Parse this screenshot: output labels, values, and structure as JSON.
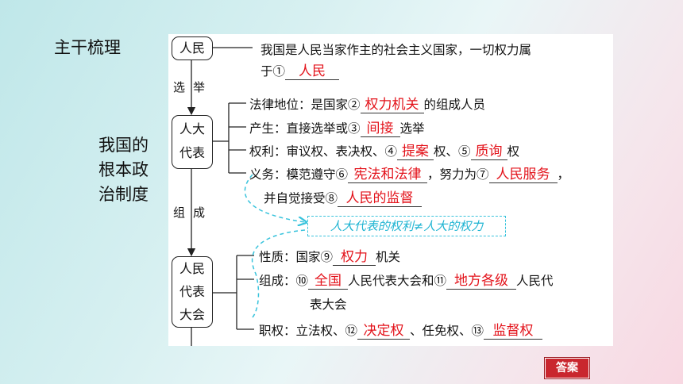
{
  "title": "主干梳理",
  "side_title": [
    "我国的",
    "根本政",
    "治制度"
  ],
  "nodes": {
    "people": "人民",
    "deputies": [
      "人大",
      "代表"
    ],
    "congress": [
      "人民",
      "代表",
      "大会"
    ]
  },
  "edge_labels": {
    "elect": [
      "选",
      "举"
    ],
    "compose": [
      "组",
      "成"
    ]
  },
  "people_desc": {
    "line1": "我国是人民当家作主的社会主义国家，一切权力属",
    "line2_prefix": "于①",
    "a1": "人民"
  },
  "deputies_rows": {
    "legal_prefix": "法律地位：是国家②",
    "a2": "权力机关",
    "legal_suffix": "的组成人员",
    "birth_prefix": "产生：直接选举或③",
    "a3": "间接",
    "birth_suffix": "选举",
    "rights_prefix": "权利：审议权、表决权、④",
    "a4": "提案",
    "rights_mid": "权、⑤",
    "a5": "质询",
    "rights_suffix": "权",
    "duty_prefix": "义务：模范遵守⑥",
    "a6": "宪法和法律",
    "duty_mid": "，努力为⑦",
    "a7": "人民服务",
    "duty_suffix": "，",
    "duty2_prefix": "并自觉接受⑧",
    "a8": "人民的监督"
  },
  "note": "人大代表的权利≠人大的权力",
  "congress_rows": {
    "nature_prefix": "性质：国家⑨",
    "a9": "权力",
    "nature_suffix": "机关",
    "comp_prefix": "组成：⑩",
    "a10": "全国",
    "comp_mid": "人民代表大会和⑪",
    "a11": "地方各级",
    "comp_suffix": "人民代",
    "comp2": "表大会",
    "power_prefix": "职权：立法权、⑫",
    "a12": "决定权",
    "power_mid": "、任免权、⑬",
    "a13": "监督权"
  },
  "answer_button": "答案",
  "colors": {
    "answer_red": "#e3131b",
    "dashed_cyan": "#38c3dc",
    "button_red": "#c9262e"
  }
}
